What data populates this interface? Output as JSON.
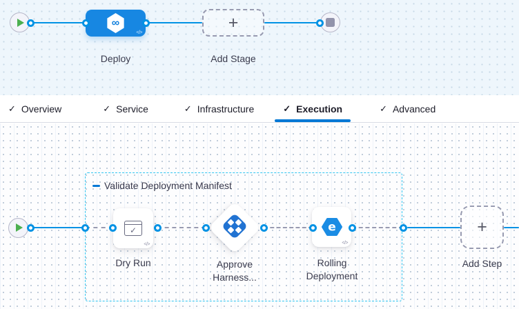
{
  "pipeline_canvas": {
    "stage_label": "Deploy",
    "add_stage_label": "Add Stage"
  },
  "tabs": [
    {
      "label": "Overview",
      "active": false
    },
    {
      "label": "Service",
      "active": false
    },
    {
      "label": "Infrastructure",
      "active": false
    },
    {
      "label": "Execution",
      "active": true
    },
    {
      "label": "Advanced",
      "active": false
    }
  ],
  "glyphs": {
    "tab_check": "✓",
    "code": "</>",
    "plus": "+",
    "infinity": "∞",
    "rolling": "e"
  },
  "execution_canvas": {
    "group_label": "Validate Deployment Manifest",
    "steps": [
      {
        "line1": "Dry Run",
        "line2": ""
      },
      {
        "line1": "Approve",
        "line2": "Harness..."
      },
      {
        "line1": "Rolling",
        "line2": "Deployment"
      }
    ],
    "add_step_label": "Add Step"
  },
  "colors": {
    "connector_blue": "#0092e4",
    "stage_blue": "#1787e2",
    "active_tab_underline": "#0278d5",
    "group_border_cyan": "#2ec5f1",
    "play_green": "#4caf50",
    "neutral_gray": "#9293ab",
    "canvas_top_bg": "#eef6fc",
    "canvas_bottom_bg": "#fdfdfe"
  }
}
